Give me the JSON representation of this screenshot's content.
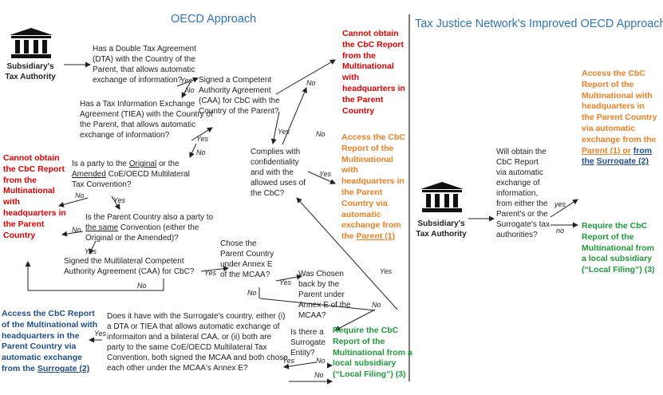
{
  "titles": {
    "oecd": "OECD Approach",
    "tjn": "Tax Justice Network's Improved OECD Approach"
  },
  "icons": {
    "building": "government-building-icon"
  },
  "left": {
    "subsidiary": "Subsidiary's Tax Authority",
    "q1": "Has a Double Tax Agreement (DTA) with the Country of the Parent, that allows automatic exchange of information?",
    "q2": "Has a Tax Information Exchange Agreement (TIEA) with the Country of the Parent, that allows automatic exchange of information?",
    "q3_a": "Is a party to the ",
    "q3_orig": "Original",
    "q3_b": " or the ",
    "q3_amend": "Amended",
    "q3_c": " CoE/OECD Multilateral Tax Convention?",
    "q4_a": "Is the Parent Country also a party to ",
    "q4_same": "the same",
    "q4_b": " Convention (either the Original or the Amended)?",
    "q5": "Signed the Multilateral Competent Authority Agreement (CAA) for CbC?",
    "caa": "Signed a Competent Authority Agreement (CAA) for CbC with the Country of the Parent?",
    "complies": "Complies with confidentiality and with the allowed uses of the CbC?",
    "chose_parent": "Chose the Parent Country under Annex E of the MCAA?",
    "chosen_back": "Was Chosen back by the Parent under Annex E of the MCAA?",
    "surrogate_q": "Does it have with the Surrogate's country, either (i) a DTA or TIEA that allows automatic exchange of informaiton and a bilateral CAA, or (ii) both are party to the same CoE/OECD Multilateral Tax Convention, both signed the MCAA and both chose each other under the MCAA's Annex E?",
    "surrogate_entity": "Is there a Surrogate Entity?",
    "cannot_top": "Cannot obtain the CbC Report from the Multinational with headquarters in the Parent Country",
    "cannot_left": "Cannot obtain the CbC Report from the Multinational with headquarters in the Parent Country",
    "access_parent_a": "Access the CbC Report of the Multinational with headquarters in the Parent Country via automatic exchange from the ",
    "access_parent_link": "Parent (1)",
    "access_surr_a": "Access the CbC Report of the Multinational with headquarters in the Parent Country via automatic exchange from the ",
    "access_surr_link": "Surrogate (2)",
    "require_local": "Require the CbC Report of the Multinational from a local subsidiary (“Local Filing”) (3)"
  },
  "right": {
    "subsidiary": "Subsidiary's Tax Authority",
    "question": "Will obtain the CbC Report via automatic exchange of information, from either the Parent's or the Surrogate's tax authorities?",
    "access_a": "Access the CbC Report of the Multinational with headquarters in the Parent Country via automatic exchange from the ",
    "access_parent": "Parent (1) or",
    "access_from": "from the",
    "access_surr": "Surrogate (2)",
    "require": "Require the CbC Report of the Multinational from a local subsidiary (“Local Filing”) (3)"
  },
  "labels": {
    "yes": "Yes",
    "no": "No",
    "yes_l": "yes",
    "no_l": "no"
  },
  "colors": {
    "heading": "#2e75b6",
    "red": "#e00000",
    "orange": "#ee7f22",
    "green": "#1e9a3a",
    "blue": "#1f4e8c"
  }
}
